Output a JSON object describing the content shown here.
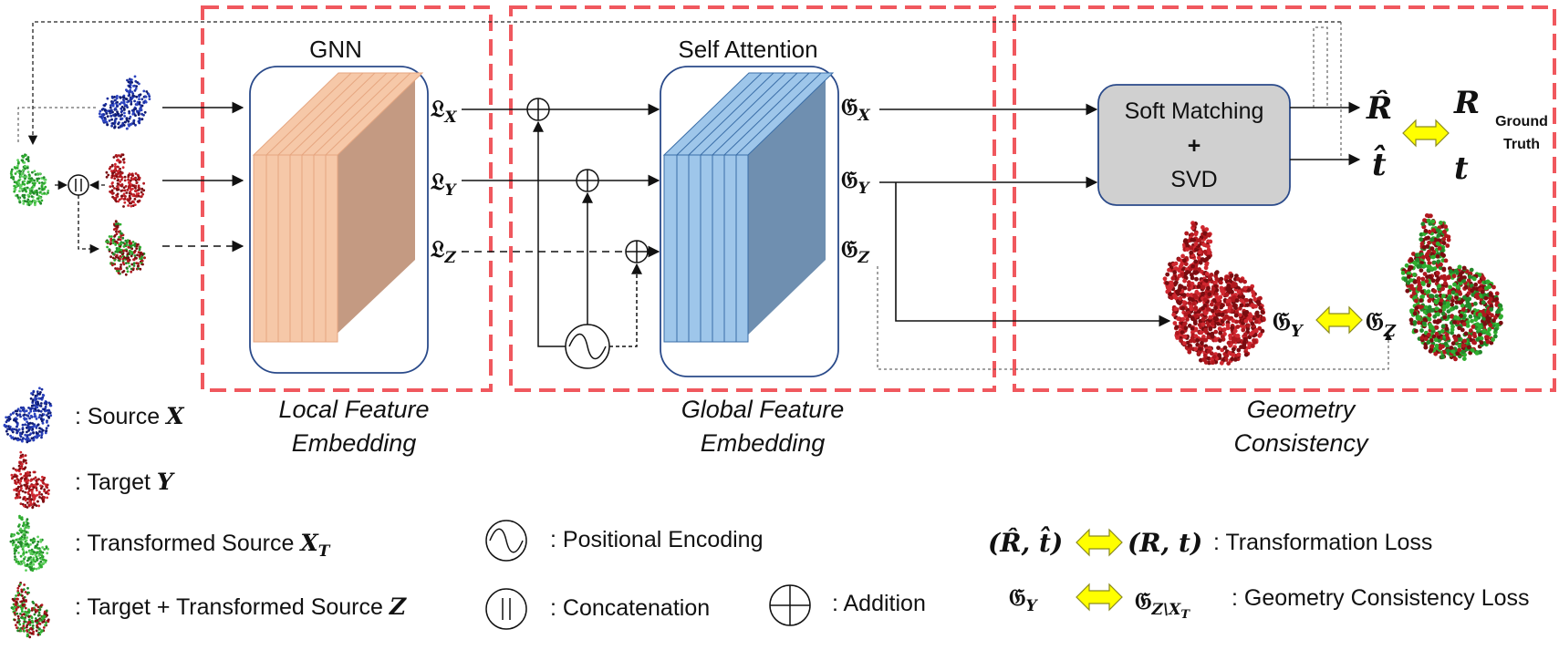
{
  "sections": {
    "local_caption": [
      "Local Feature",
      "Embedding"
    ],
    "global_caption": [
      "Global Feature",
      "Embedding"
    ],
    "geometry_caption": [
      "Geometry",
      "Consistency"
    ]
  },
  "blocks": {
    "gnn_title": "GNN",
    "attention_title": "Self Attention",
    "soft_matching": "Soft Matching",
    "plus": "+",
    "svd": "SVD"
  },
  "features": {
    "local": [
      "𝔏",
      "𝔏",
      "𝔏"
    ],
    "local_sub": [
      "X",
      "Y",
      "Z"
    ],
    "global": [
      "𝔊",
      "𝔊",
      "𝔊"
    ],
    "global_sub": [
      "X",
      "Y",
      "Z"
    ]
  },
  "outputs": {
    "R_hat": "R̂",
    "t_hat": "t̂",
    "R": "R",
    "t": "t",
    "ground_truth": [
      "Ground",
      "Truth"
    ],
    "gy": "𝔊",
    "gy_sub": "Y",
    "gz": "𝔊",
    "gz_sub": "Z"
  },
  "legend": {
    "source": ": Source ",
    "source_sym": "X",
    "target": ": Target ",
    "target_sym": "Y",
    "transformed": ": Transformed Source ",
    "transformed_sym": "X",
    "transformed_sub": "T",
    "combined": ": Target + Transformed Source ",
    "combined_sym": "Z",
    "positional": ": Positional Encoding",
    "concatenation": ": Concatenation",
    "addition": ": Addition",
    "transformation_lhs": "(R̂, t̂)",
    "transformation_rhs": "(R, t)",
    "transformation_loss": ": Transformation Loss",
    "geometry_lhs": "𝔊",
    "geometry_lhs_sub": "Y",
    "geometry_rhs": "𝔊",
    "geometry_rhs_sub": "Z\\X",
    "geometry_rhs_subsub": "T",
    "geometry_loss": ": Geometry Consistency Loss"
  },
  "colors": {
    "dashed_box": "#f0585e",
    "source": "#1b2f9e",
    "target": "#b0181e",
    "transformed": "#2fae2f",
    "gnn_front": "#f6c8a8",
    "gnn_side": "#c49a82",
    "attn_front": "#9ec6ea",
    "attn_side": "#6f8fb0",
    "svd_box": "#d0d0d0",
    "arrow_yellow": "#ffff00"
  }
}
